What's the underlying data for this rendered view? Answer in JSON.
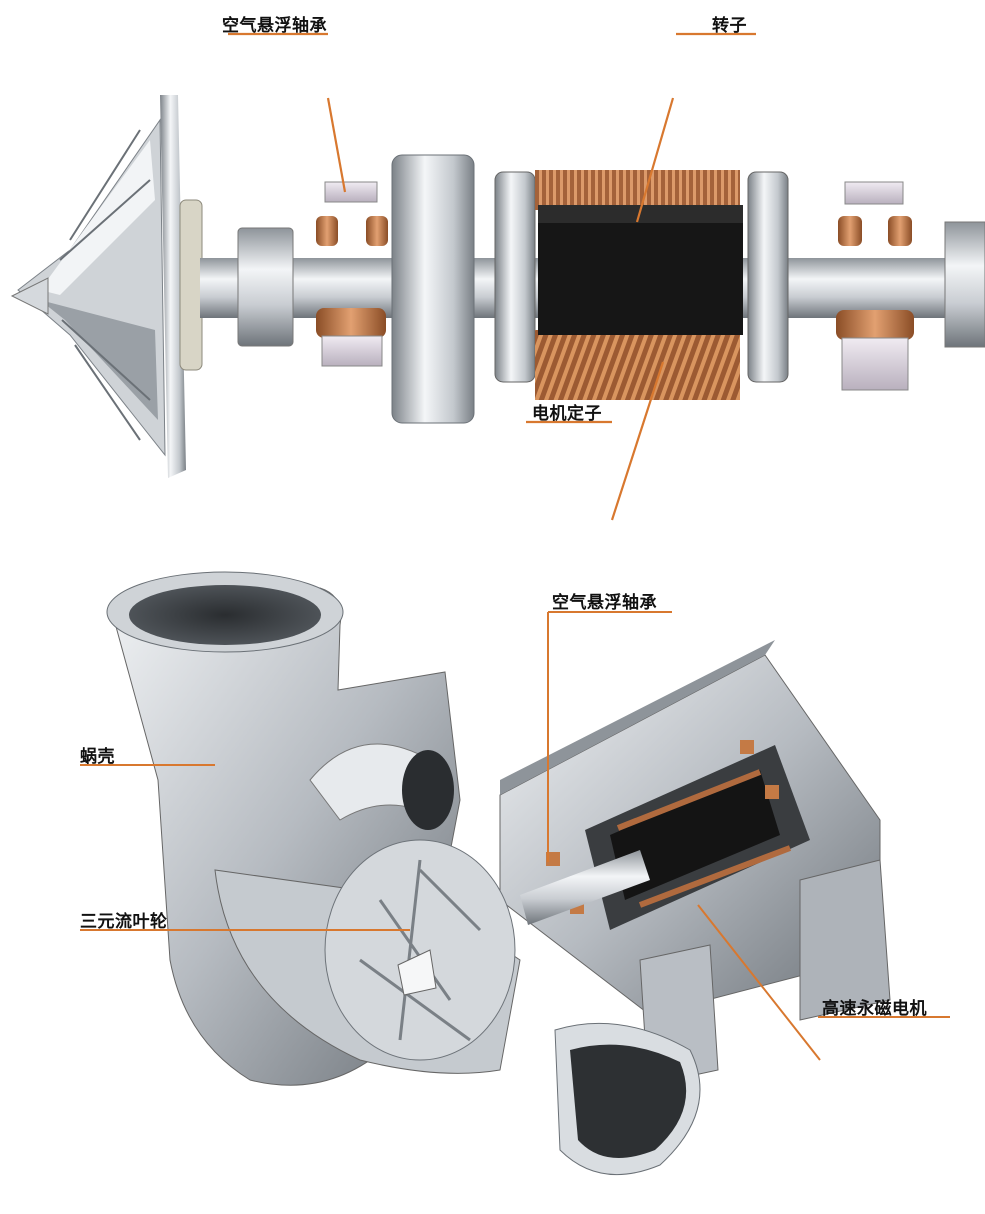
{
  "labels": {
    "top_air_bearing": "空气悬浮轴承",
    "rotor": "转子",
    "motor_stator": "电机定子",
    "bottom_air_bearing": "空气悬浮轴承",
    "volute": "蜗壳",
    "impeller": "三元流叶轮",
    "motor": "高速永磁电机"
  },
  "colors": {
    "leader": "#d8782f",
    "metal_light": "#e9ecef",
    "metal_mid": "#b7bcc2",
    "metal_dark": "#6f767d",
    "copper": "#c47a45",
    "core_black": "#171717",
    "bearing_pad": "#d9d2dd"
  }
}
